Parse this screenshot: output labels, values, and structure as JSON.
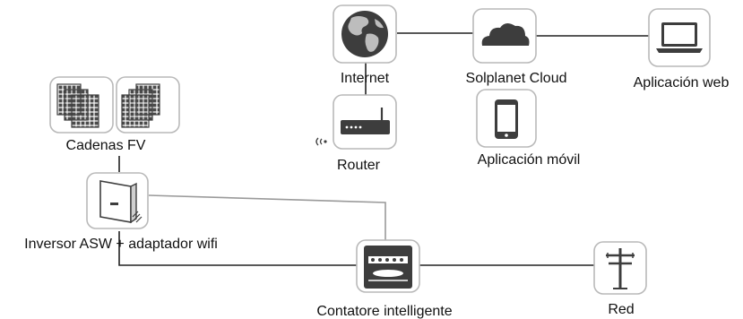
{
  "labels": {
    "internet": "Internet",
    "cloud": "Solplanet Cloud",
    "web_app": "Aplicación web",
    "router": "Router",
    "mobile_app": "Aplicación móvil",
    "pv_strings": "Cadenas FV",
    "inverter": "Inversor ASW + adaptador wifi",
    "smart_meter": "Contatore intelligente",
    "grid": "Red"
  },
  "icons": {
    "internet": "globe-icon",
    "cloud": "cloud-icon",
    "web_app": "laptop-icon",
    "router": "router-icon",
    "mobile_app": "smartphone-icon",
    "pv_strings": "solar-panel-icon",
    "inverter": "inverter-icon",
    "smart_meter": "smart-meter-icon",
    "grid": "power-pole-icon",
    "wifi": "wifi-signal-icon"
  },
  "colors": {
    "line": "#222222",
    "secondary_line": "#9a9a9a",
    "tile_border": "#b9b9b9",
    "icon_dark": "#3d3d3d"
  }
}
